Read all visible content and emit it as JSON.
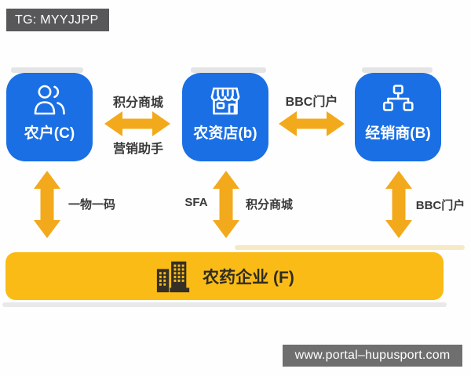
{
  "badge": {
    "label": "TG: MYYJJPP",
    "bg": "#58585a",
    "color": "#ffffff"
  },
  "colors": {
    "node_blue": "#1a6fe4",
    "arrow_yellow": "#f3a91c",
    "bar_yellow": "#fbbb17",
    "label_dark": "#3a3a3a",
    "bar_text_dark": "#2f2c22"
  },
  "nodes": [
    {
      "id": "farmer",
      "label": "农户(C)",
      "icon": "users-icon"
    },
    {
      "id": "agro-store",
      "label": "农资店(b)",
      "icon": "storefront-icon"
    },
    {
      "id": "dealer",
      "label": "经销商(B)",
      "icon": "sitemap-icon"
    }
  ],
  "h_links": [
    {
      "between": "farmer|agro-store",
      "label_top": "积分商城",
      "label_bottom": "营销助手"
    },
    {
      "between": "agro-store|dealer",
      "label_top": "BBC门户",
      "label_bottom": ""
    }
  ],
  "v_links": [
    {
      "from": "farmer",
      "to": "enterprise",
      "label_left": "",
      "label_right": "一物一码"
    },
    {
      "from": "agro-store",
      "to": "enterprise",
      "label_left": "SFA",
      "label_right": "积分商城"
    },
    {
      "from": "dealer",
      "to": "enterprise",
      "label_left": "",
      "label_right": "BBC门户"
    }
  ],
  "enterprise": {
    "label": "农药企业 (F)",
    "icon": "buildings-icon"
  },
  "watermark": {
    "label": "www.portal–hupusport.com",
    "bg": "#6f6f6f",
    "color": "#ffffff"
  }
}
